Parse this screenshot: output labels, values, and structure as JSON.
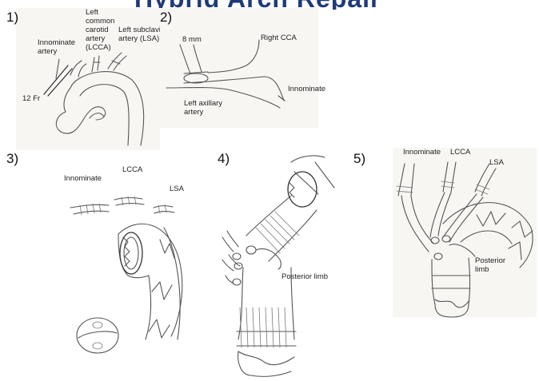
{
  "title": "Hybrid Arch Repair",
  "panels": [
    {
      "number": "1)",
      "labels": {
        "innominate": "Innominate artery",
        "lcca": "Left common carotid artery (LCCA)",
        "lsa": "Left subclavian artery (LSA)",
        "sheath": "12 Fr"
      }
    },
    {
      "number": "2)",
      "labels": {
        "graft": "8 mm",
        "rcca": "Right CCA",
        "innominate": "Innominate",
        "axillary": "Left axillary artery"
      }
    },
    {
      "number": "3)",
      "labels": {
        "innominate": "Innominate",
        "lcca": "LCCA",
        "lsa": "LSA"
      }
    },
    {
      "number": "4)",
      "labels": {
        "limb": "Posterior limb"
      }
    },
    {
      "number": "5)",
      "labels": {
        "innominate": "Innominate",
        "lcca": "LCCA",
        "lsa": "LSA",
        "limb": "Posterior limb"
      }
    }
  ]
}
